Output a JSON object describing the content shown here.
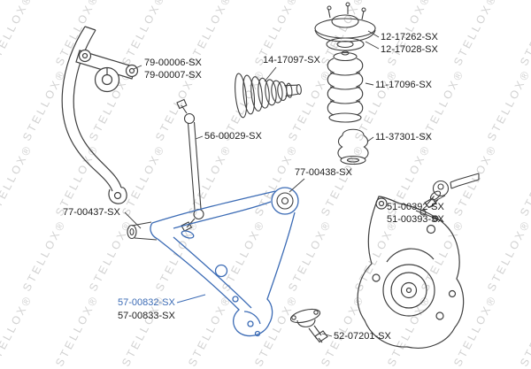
{
  "watermark": {
    "text": "STELLOX®"
  },
  "colors": {
    "highlight": "#3b6bb5",
    "line": "#3f3f3f",
    "watermark": "#d2d2d2"
  },
  "parts": {
    "stabilizer_bushing_bracket": {
      "label1": "79-00006-SX",
      "label2": "79-00007-SX"
    },
    "steering_rack_boot": {
      "label": "14-17097-SX"
    },
    "strut_mount": {
      "label1": "12-17262-SX",
      "label2": "12-17028-SX"
    },
    "strut_dust_boot": {
      "label": "11-17096-SX"
    },
    "bump_stop": {
      "label": "11-37301-SX"
    },
    "stabilizer_link": {
      "label": "56-00029-SX"
    },
    "control_arm_rear_bushing": {
      "label": "77-00438-SX"
    },
    "control_arm_front_bushing": {
      "label": "77-00437-SX"
    },
    "control_arm": {
      "label_highlighted": "57-00832-SX",
      "label_pair": "57-00833-SX"
    },
    "tie_rod_end": {
      "label1": "51-00392-SX",
      "label2": "51-00393-SX"
    },
    "ball_joint": {
      "label": "52-07201-SX"
    }
  }
}
